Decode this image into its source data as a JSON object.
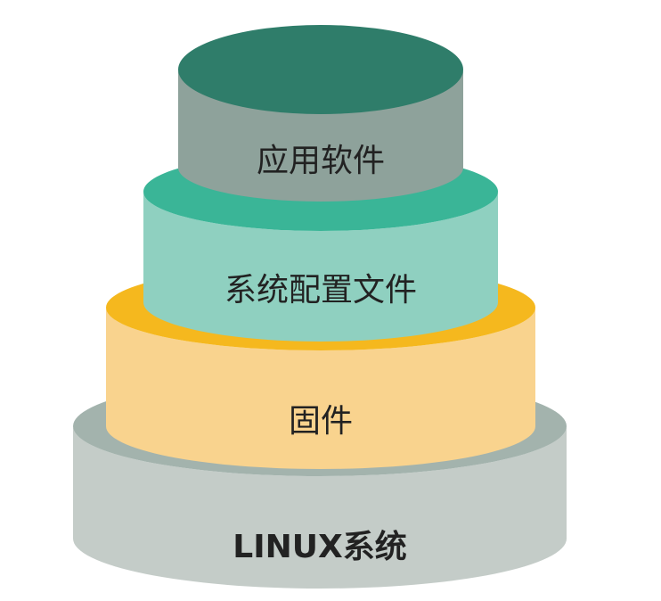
{
  "diagram": {
    "layers": [
      {
        "id": "linux",
        "label": "LINUX系统",
        "top_color": "#a3b3ad",
        "side_color": "#c4ccc8",
        "bold": true
      },
      {
        "id": "firmware",
        "label": "固件",
        "top_color": "#f5b81e",
        "side_color": "#f9d38e",
        "bold": false
      },
      {
        "id": "config",
        "label": "系统配置文件",
        "top_color": "#3ab597",
        "side_color": "#8fd0c0",
        "bold": false
      },
      {
        "id": "app",
        "label": "应用软件",
        "top_color": "#2f7d6a",
        "side_color": "#8ea29b",
        "bold": false
      }
    ]
  }
}
